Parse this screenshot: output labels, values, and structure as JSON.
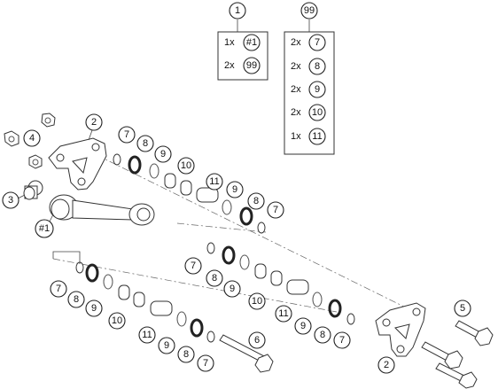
{
  "callouts": {
    "c1": "1",
    "c99": "99",
    "c2a": "2",
    "c2b": "2",
    "c3": "3",
    "c4": "4",
    "c5": "5",
    "c6": "6",
    "c_h1": "#1",
    "upper": {
      "n7a": "7",
      "n8a": "8",
      "n9a": "9",
      "n10a": "10",
      "n11a": "11",
      "n9b": "9",
      "n8b": "8",
      "n7b": "7"
    },
    "middle": {
      "n7": "7",
      "n8": "8",
      "n9": "9",
      "n10": "10",
      "n11": "11",
      "n9b": "9",
      "n8b": "8",
      "n7b": "7"
    },
    "lower": {
      "n7": "7",
      "n8": "8",
      "n9": "9",
      "n10": "10",
      "n11": "11",
      "n9b": "9",
      "n8b": "8",
      "n7b": "7"
    }
  },
  "kit1": {
    "rows": [
      {
        "qty": "1x",
        "ref": "#1"
      },
      {
        "qty": "2x",
        "ref": "99"
      }
    ]
  },
  "kit99": {
    "rows": [
      {
        "qty": "2x",
        "ref": "7"
      },
      {
        "qty": "2x",
        "ref": "8"
      },
      {
        "qty": "2x",
        "ref": "9"
      },
      {
        "qty": "2x",
        "ref": "10"
      },
      {
        "qty": "1x",
        "ref": "11"
      }
    ]
  }
}
